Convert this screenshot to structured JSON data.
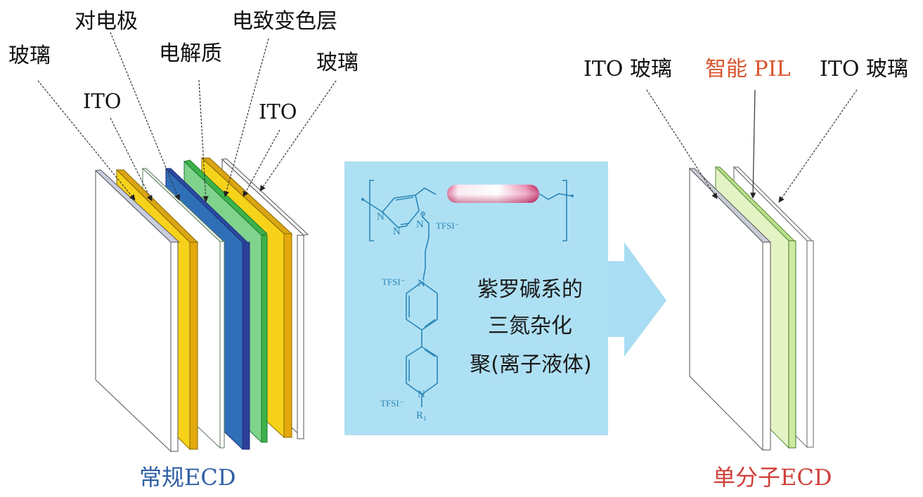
{
  "figure": {
    "left_panel": {
      "caption": "常规ECD",
      "caption_color": "#2f5fa3",
      "labels": {
        "glass_left": "玻璃",
        "ito_left": "ITO",
        "counter_electrode": "对电极",
        "electrolyte": "电解质",
        "electrochromic_layer": "电致变色层",
        "ito_right": "ITO",
        "glass_right": "玻璃"
      },
      "layer_order": [
        "玻璃",
        "ITO",
        "对电极",
        "电解质",
        "电致变色层",
        "ITO",
        "玻璃"
      ],
      "layer_colors": {
        "glass": "#ffffff",
        "ito": "#f2c80f",
        "counter_electrode": "#2f4fa5",
        "electrolyte": "#ffffff",
        "electrochromic_layer": "#3fb54a"
      }
    },
    "middle_panel": {
      "background_color": "#aee0f3",
      "text_lines": [
        "紫罗碱系的",
        "三氮杂化",
        "聚(离子液体)"
      ],
      "chem_labels": {
        "counter_ion_1": "TFSI⁻",
        "counter_ion_2": "TFSI⁻",
        "counter_ion_3": "TFSI⁻",
        "n1": "N",
        "n2": "N",
        "n3": "N",
        "n_pyridinium_1": "N",
        "n_pyridinium_2": "N",
        "substituent": "R₁",
        "charge": "⊕"
      },
      "structure_color": "#2a87b8",
      "spacer_color": "#c0206a"
    },
    "arrow": {
      "direction": "right",
      "color": "#a8ddf3"
    },
    "right_panel": {
      "caption": "单分子ECD",
      "caption_color": "#d0403a",
      "labels": {
        "ito_glass_left": "ITO 玻璃",
        "smart_pil": "智能 PIL",
        "ito_glass_right": "ITO 玻璃"
      },
      "smart_pil_color": "#d9542b",
      "pil_layer_color": "#dff0b8"
    }
  }
}
